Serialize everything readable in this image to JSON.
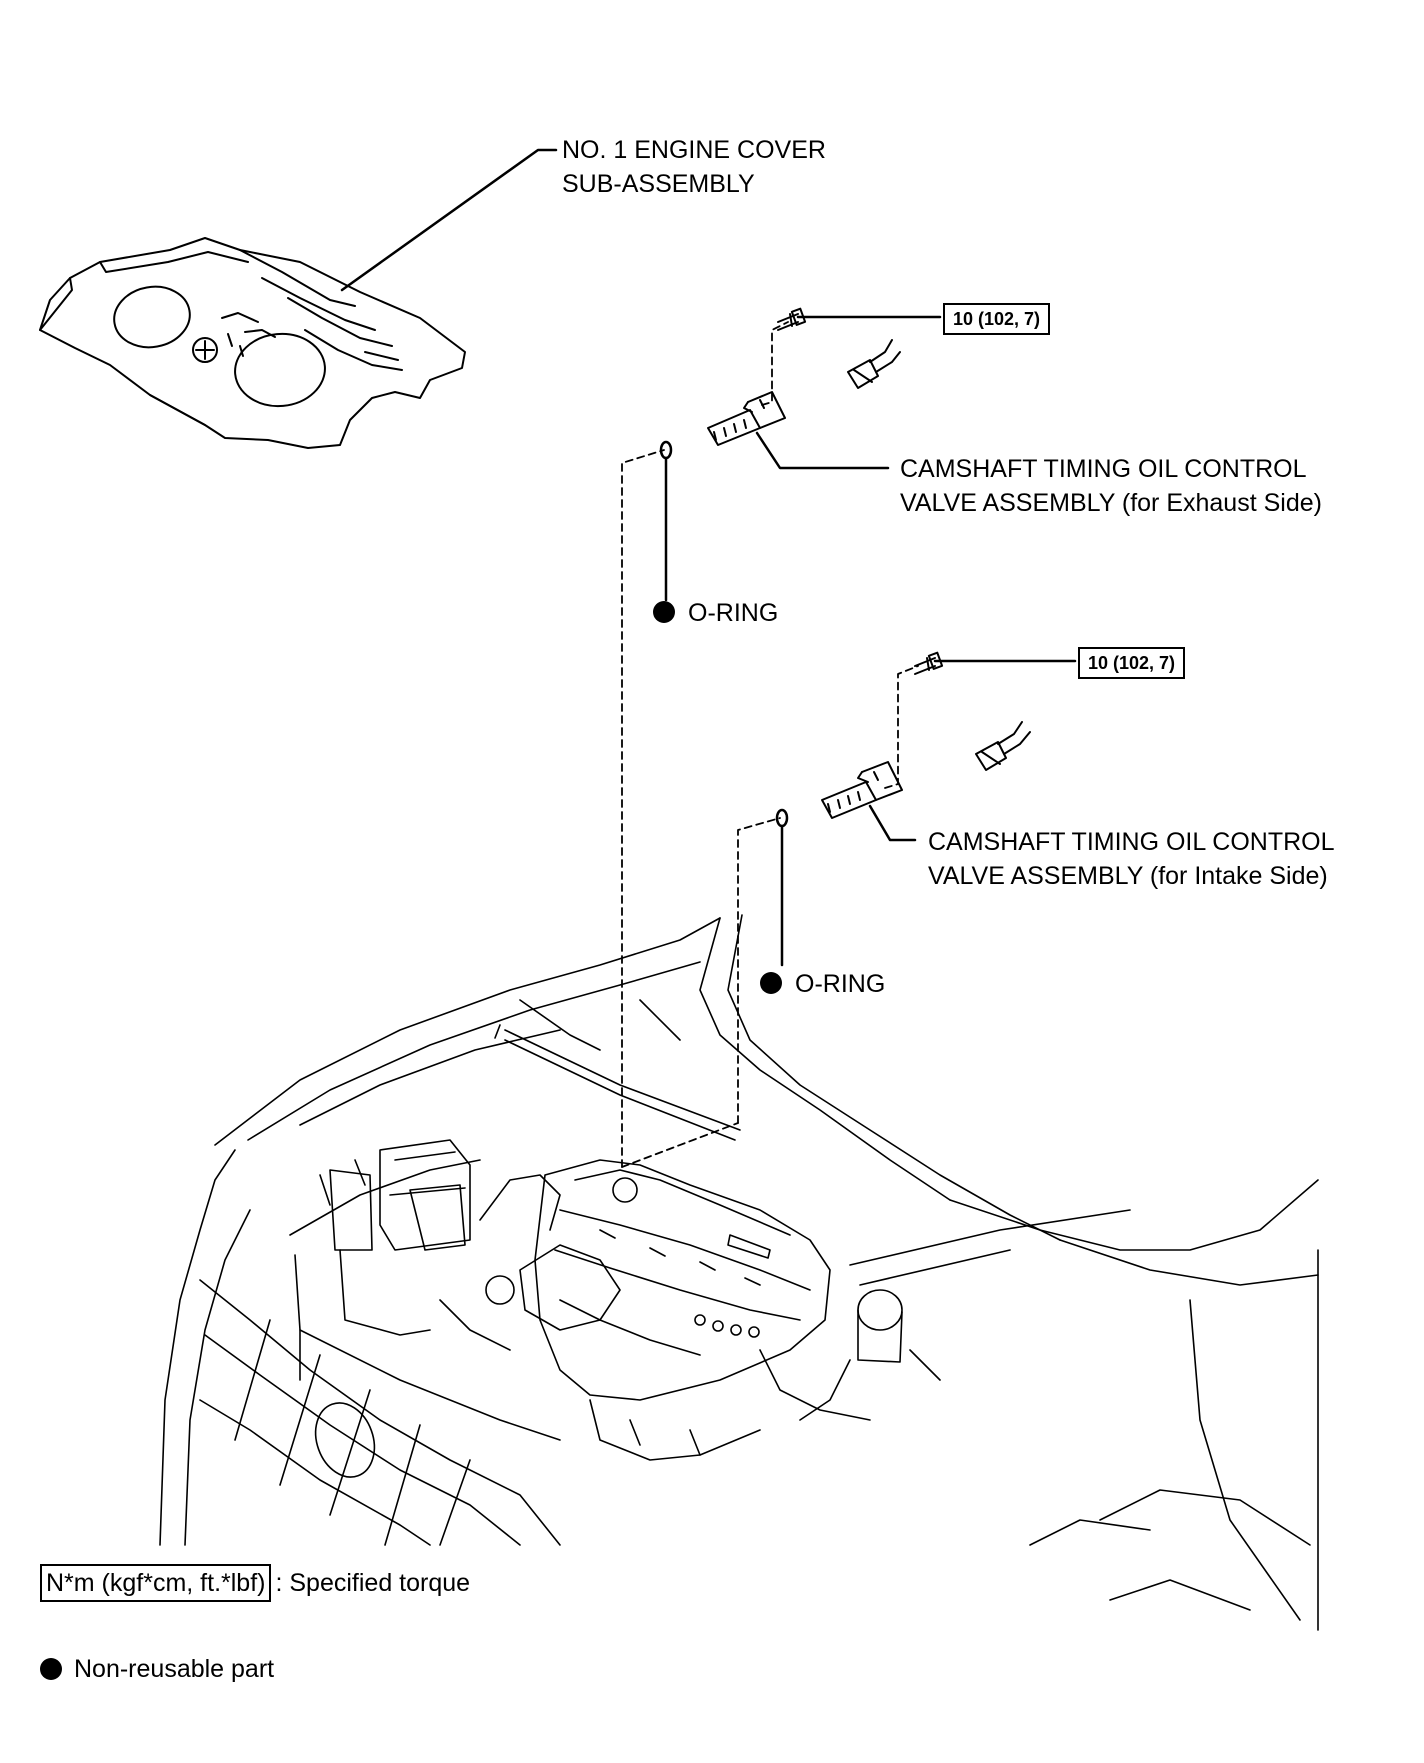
{
  "labels": {
    "engine_cover": [
      "NO. 1 ENGINE COVER",
      "SUB-ASSEMBLY"
    ],
    "ocv_exhaust": [
      "CAMSHAFT TIMING OIL CONTROL",
      "VALVE ASSEMBLY  (for Exhaust Side)"
    ],
    "ocv_intake": [
      "CAMSHAFT TIMING OIL CONTROL",
      "VALVE ASSEMBLY  (for Intake Side)"
    ],
    "oring_exhaust": "O-RING",
    "oring_intake": "O-RING"
  },
  "torque": {
    "exhaust_bolt": "10 (102, 7)",
    "intake_bolt": "10 (102, 7)"
  },
  "legend": {
    "torque_unit": "N*m (kgf*cm, ft.*lbf)",
    "torque_desc": ": Specified torque",
    "non_reusable": "Non-reusable part"
  },
  "icons": {
    "non_reusable": "filled-circle-icon",
    "bolt": "bolt-icon",
    "connector": "connector-icon"
  },
  "colors": {
    "ink": "#000000",
    "paper": "#ffffff"
  }
}
